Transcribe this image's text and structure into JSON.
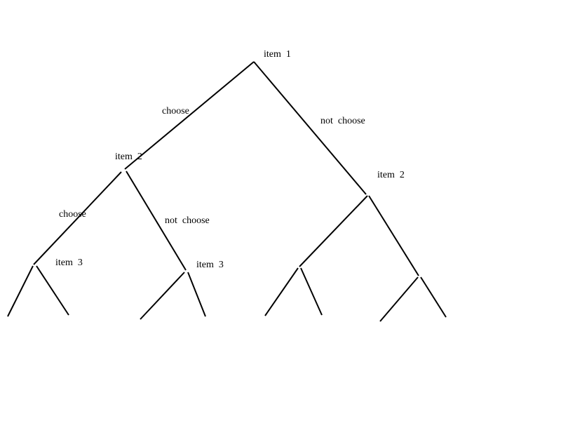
{
  "labels": {
    "root_node": "item  1",
    "left_node": "item  2",
    "right_node": "item  2",
    "left_left_node": "item  3",
    "left_right_node": "item  3",
    "root_left_edge": "choose",
    "root_right_edge": "not  choose",
    "left_left_edge": "choose",
    "left_right_edge": "not  choose"
  },
  "colors": {
    "line": "#000000",
    "text": "#000000",
    "background": "#ffffff"
  }
}
